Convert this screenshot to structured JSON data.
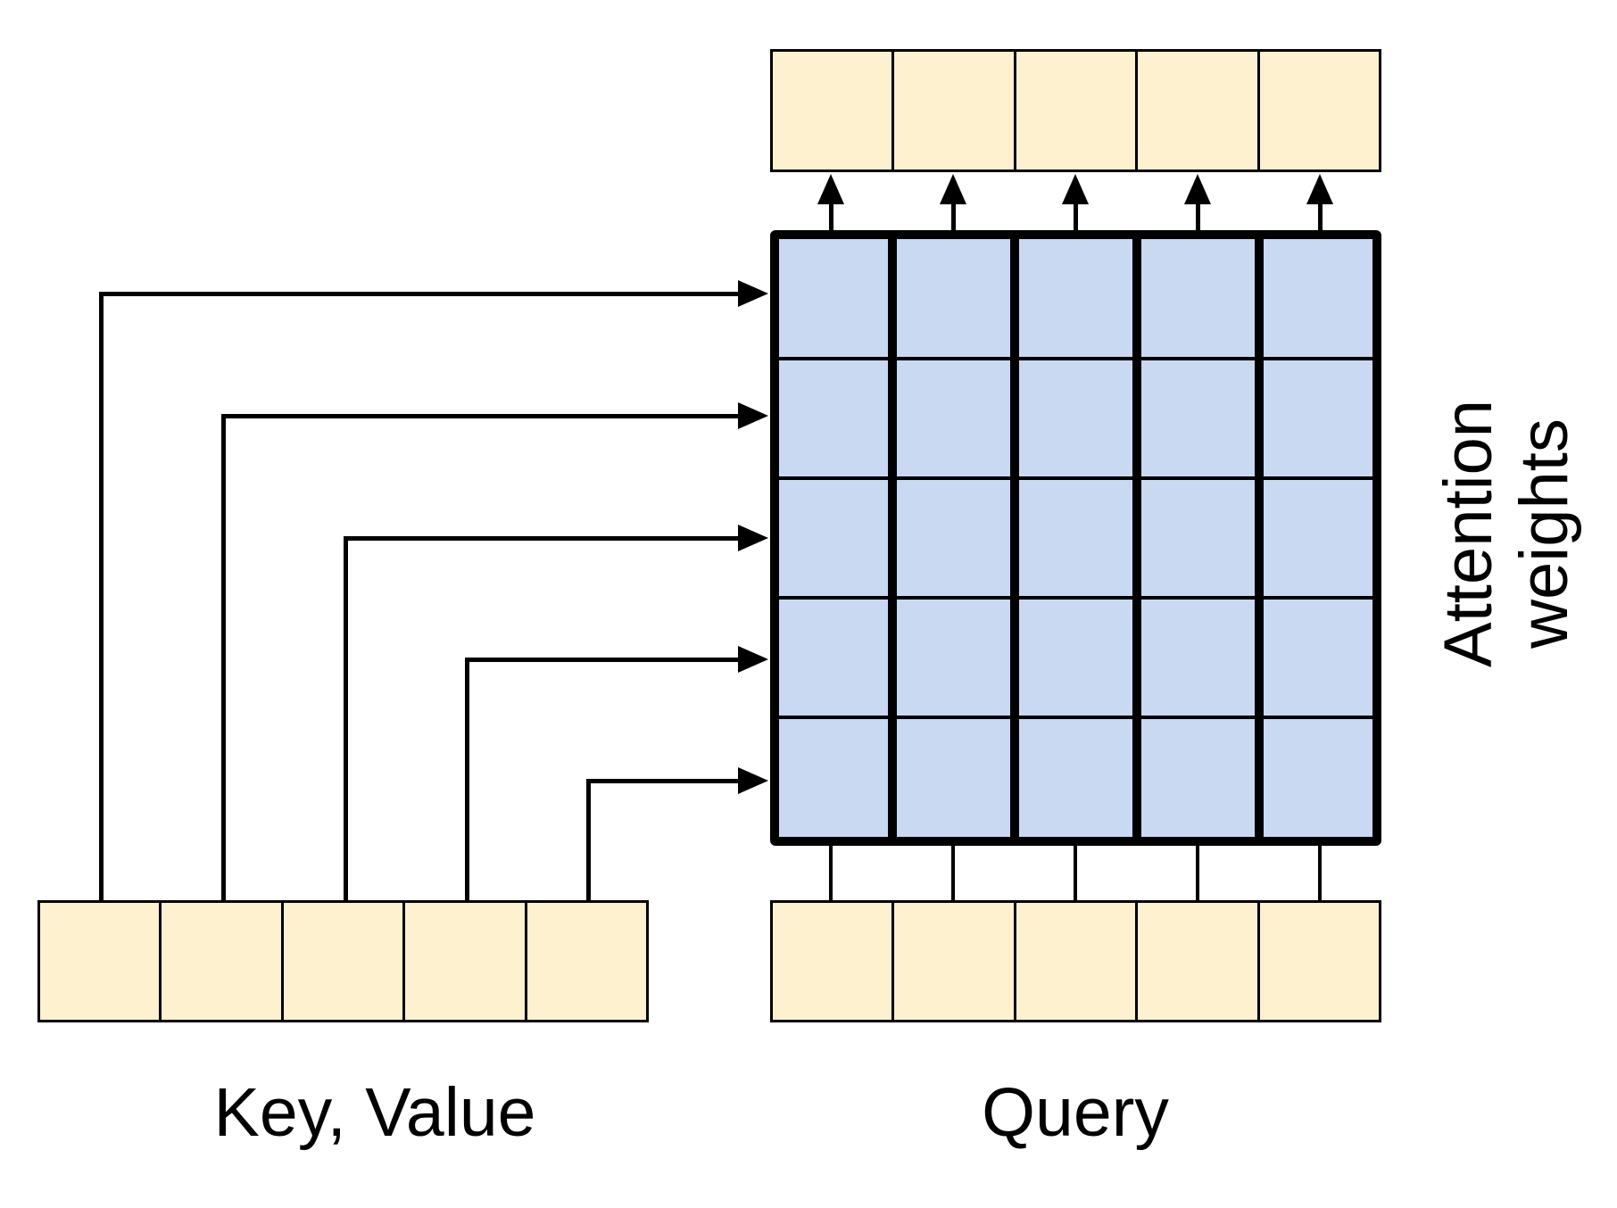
{
  "labels": {
    "key_value": "Key, Value",
    "query": "Query",
    "attention_weights_line1": "Attention",
    "attention_weights_line2": "weights"
  },
  "colors": {
    "background": "#FFFFFF",
    "token_cell_fill": "#FDF1CF",
    "matrix_cell_fill": "#C9D9F1",
    "line": "#000000"
  },
  "structure": {
    "token_cells_per_row": 5,
    "matrix_rows": 5,
    "matrix_cols": 5,
    "key_value_arrow_count": 5,
    "query_connector_count": 5,
    "output_arrow_count": 5
  }
}
